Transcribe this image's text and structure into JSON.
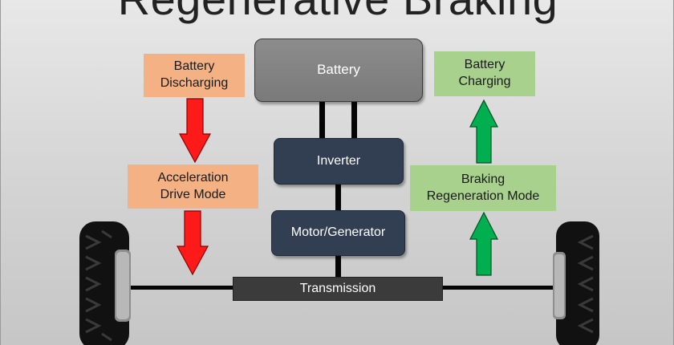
{
  "title": "Regenerative Braking",
  "nodes": {
    "battery": "Battery",
    "inverter": "Inverter",
    "motor_generator": "Motor/Generator",
    "transmission": "Transmission"
  },
  "left_flow": {
    "battery_discharging": "Battery\nDischarging",
    "acceleration_drive_mode": "Acceleration\nDrive Mode"
  },
  "right_flow": {
    "battery_charging": "Battery\nCharging",
    "braking_regeneration_mode": "Braking\nRegeneration Mode"
  },
  "colors": {
    "discharge_box": "#f4b183",
    "charge_box": "#a9d18e",
    "discharge_arrow": "#ff1a1a",
    "charge_arrow": "#00b050",
    "component_box": "#323f53",
    "battery_box": "#808080"
  }
}
